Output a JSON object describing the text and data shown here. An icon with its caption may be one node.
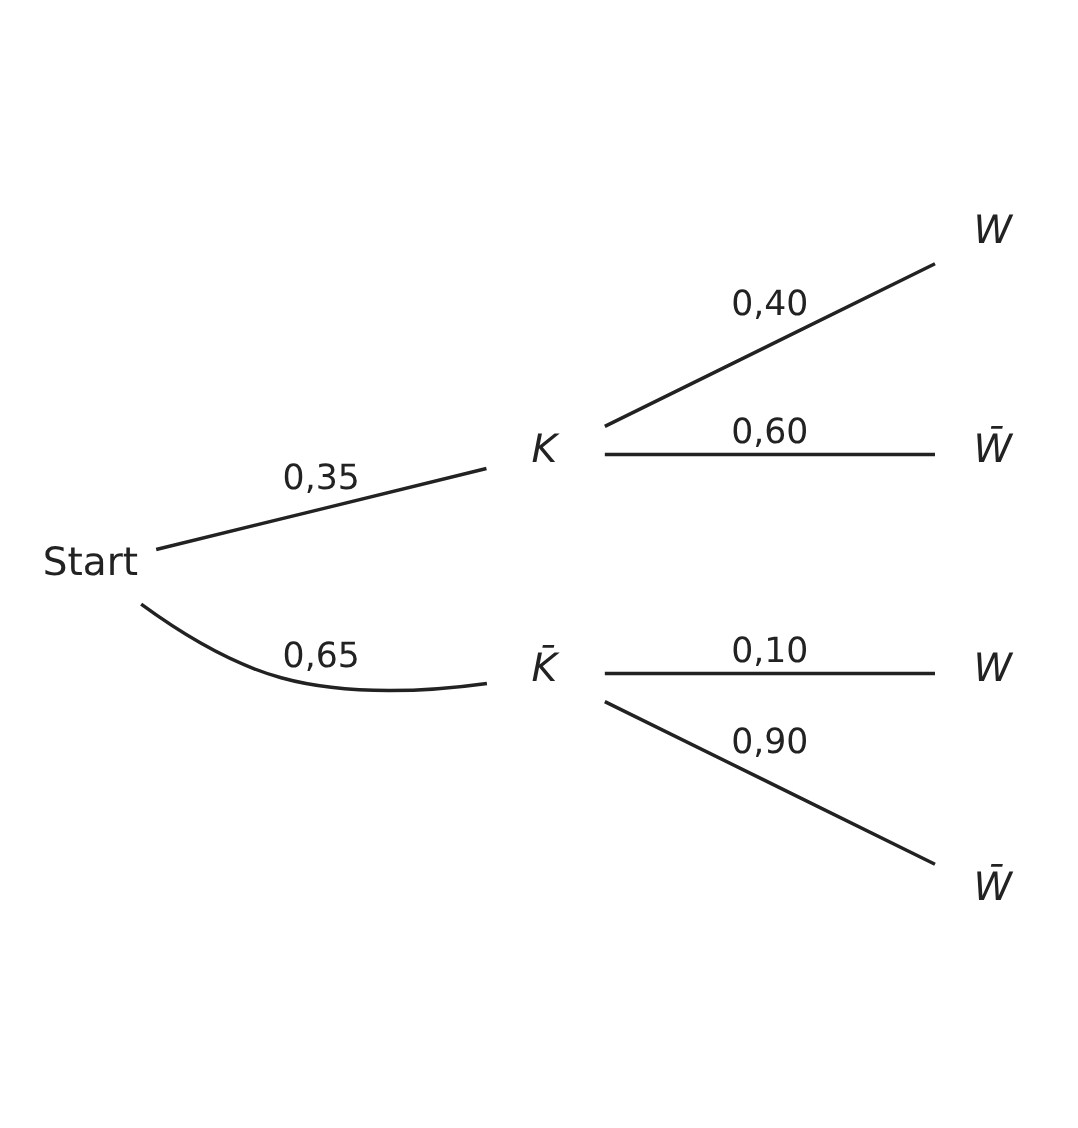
{
  "diagram": {
    "nodes": [
      {
        "text": [
          "Start"
        ]
      },
      {
        "text": [
          "K"
        ]
      },
      {
        "text": [
          "W"
        ]
      },
      {
        "text": [
          "W̄"
        ]
      },
      {
        "text": [
          "K̄"
        ]
      },
      {
        "text": [
          "W"
        ]
      },
      {
        "text": [
          "W̄"
        ]
      }
    ],
    "edges": [
      {
        "from": 0,
        "to": 1,
        "arrow": "none",
        "label": "0,35"
      },
      {
        "from": 1,
        "to": 2,
        "arrow": "none",
        "label": "0,40"
      },
      {
        "from": 1,
        "to": 3,
        "arrow": "none",
        "label": "0,60"
      },
      {
        "from": 0,
        "to": 4,
        "arrow": "none",
        "label": "0,65"
      },
      {
        "from": 4,
        "to": 5,
        "arrow": "none",
        "label": "0,10"
      },
      {
        "from": 4,
        "to": 6,
        "arrow": "none",
        "label": "0,90"
      }
    ]
  }
}
